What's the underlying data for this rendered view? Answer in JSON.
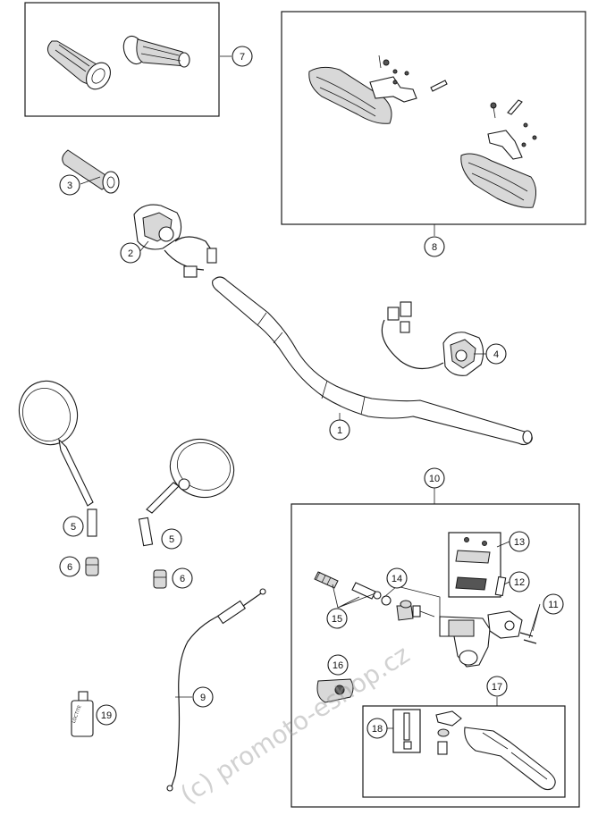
{
  "callouts": {
    "c1": "1",
    "c2": "2",
    "c3": "3",
    "c4": "4",
    "c5a": "5",
    "c5b": "5",
    "c6a": "6",
    "c6b": "6",
    "c7": "7",
    "c8": "8",
    "c9": "9",
    "c10": "10",
    "c11": "11",
    "c12": "12",
    "c13": "13",
    "c14": "14",
    "c15": "15",
    "c16": "16",
    "c17": "17",
    "c18": "18",
    "c19": "19"
  },
  "bottle_label": "LOCTITE",
  "watermark": "(c) promoto-eshop.cz",
  "colors": {
    "line": "#1a1a1a",
    "watermark": "#9a9a9a",
    "background": "#ffffff"
  }
}
